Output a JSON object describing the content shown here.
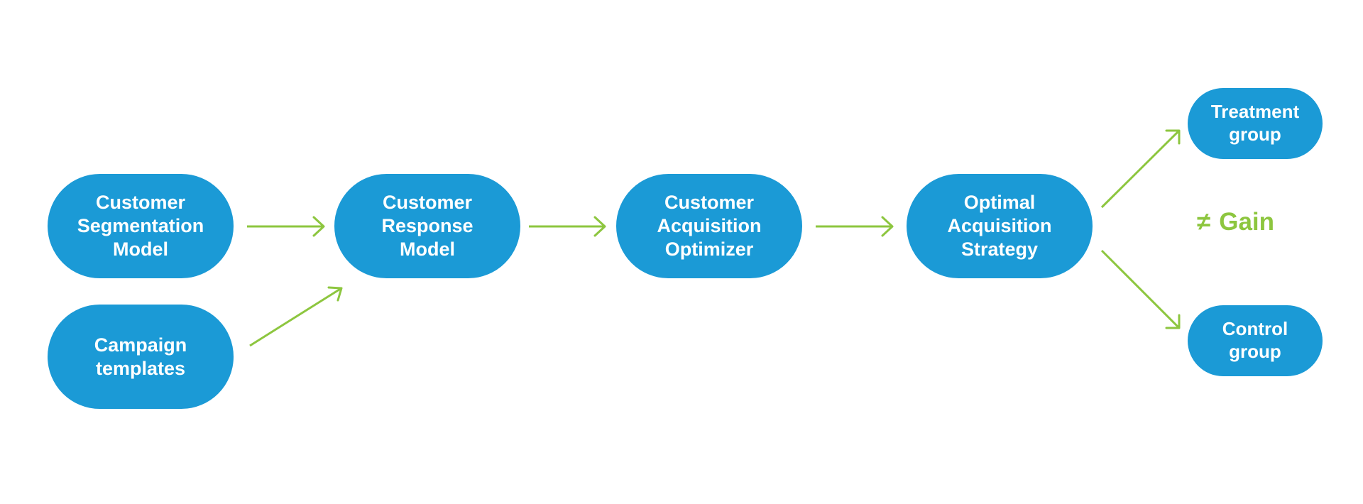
{
  "nodes": {
    "segmentation": "Customer\nSegmentation\nModel",
    "campaign": "Campaign\ntemplates",
    "response": "Customer\nResponse\nModel",
    "acquisition": "Customer\nAcquisition\nOptimizer",
    "strategy": "Optimal\nAcquisition\nStrategy",
    "treatment": "Treatment\ngroup",
    "control": "Control\ngroup"
  },
  "gain": {
    "symbol": "≠",
    "label": "Gain"
  },
  "colors": {
    "node_fill": "#1b9ad6",
    "node_text": "#ffffff",
    "arrow": "#8dc63f",
    "gain_text": "#8dc63f",
    "background": "#ffffff"
  },
  "edges": [
    {
      "from": "segmentation",
      "to": "response"
    },
    {
      "from": "campaign",
      "to": "response"
    },
    {
      "from": "response",
      "to": "acquisition"
    },
    {
      "from": "acquisition",
      "to": "strategy"
    },
    {
      "from": "strategy",
      "to": "treatment"
    },
    {
      "from": "strategy",
      "to": "control"
    }
  ]
}
